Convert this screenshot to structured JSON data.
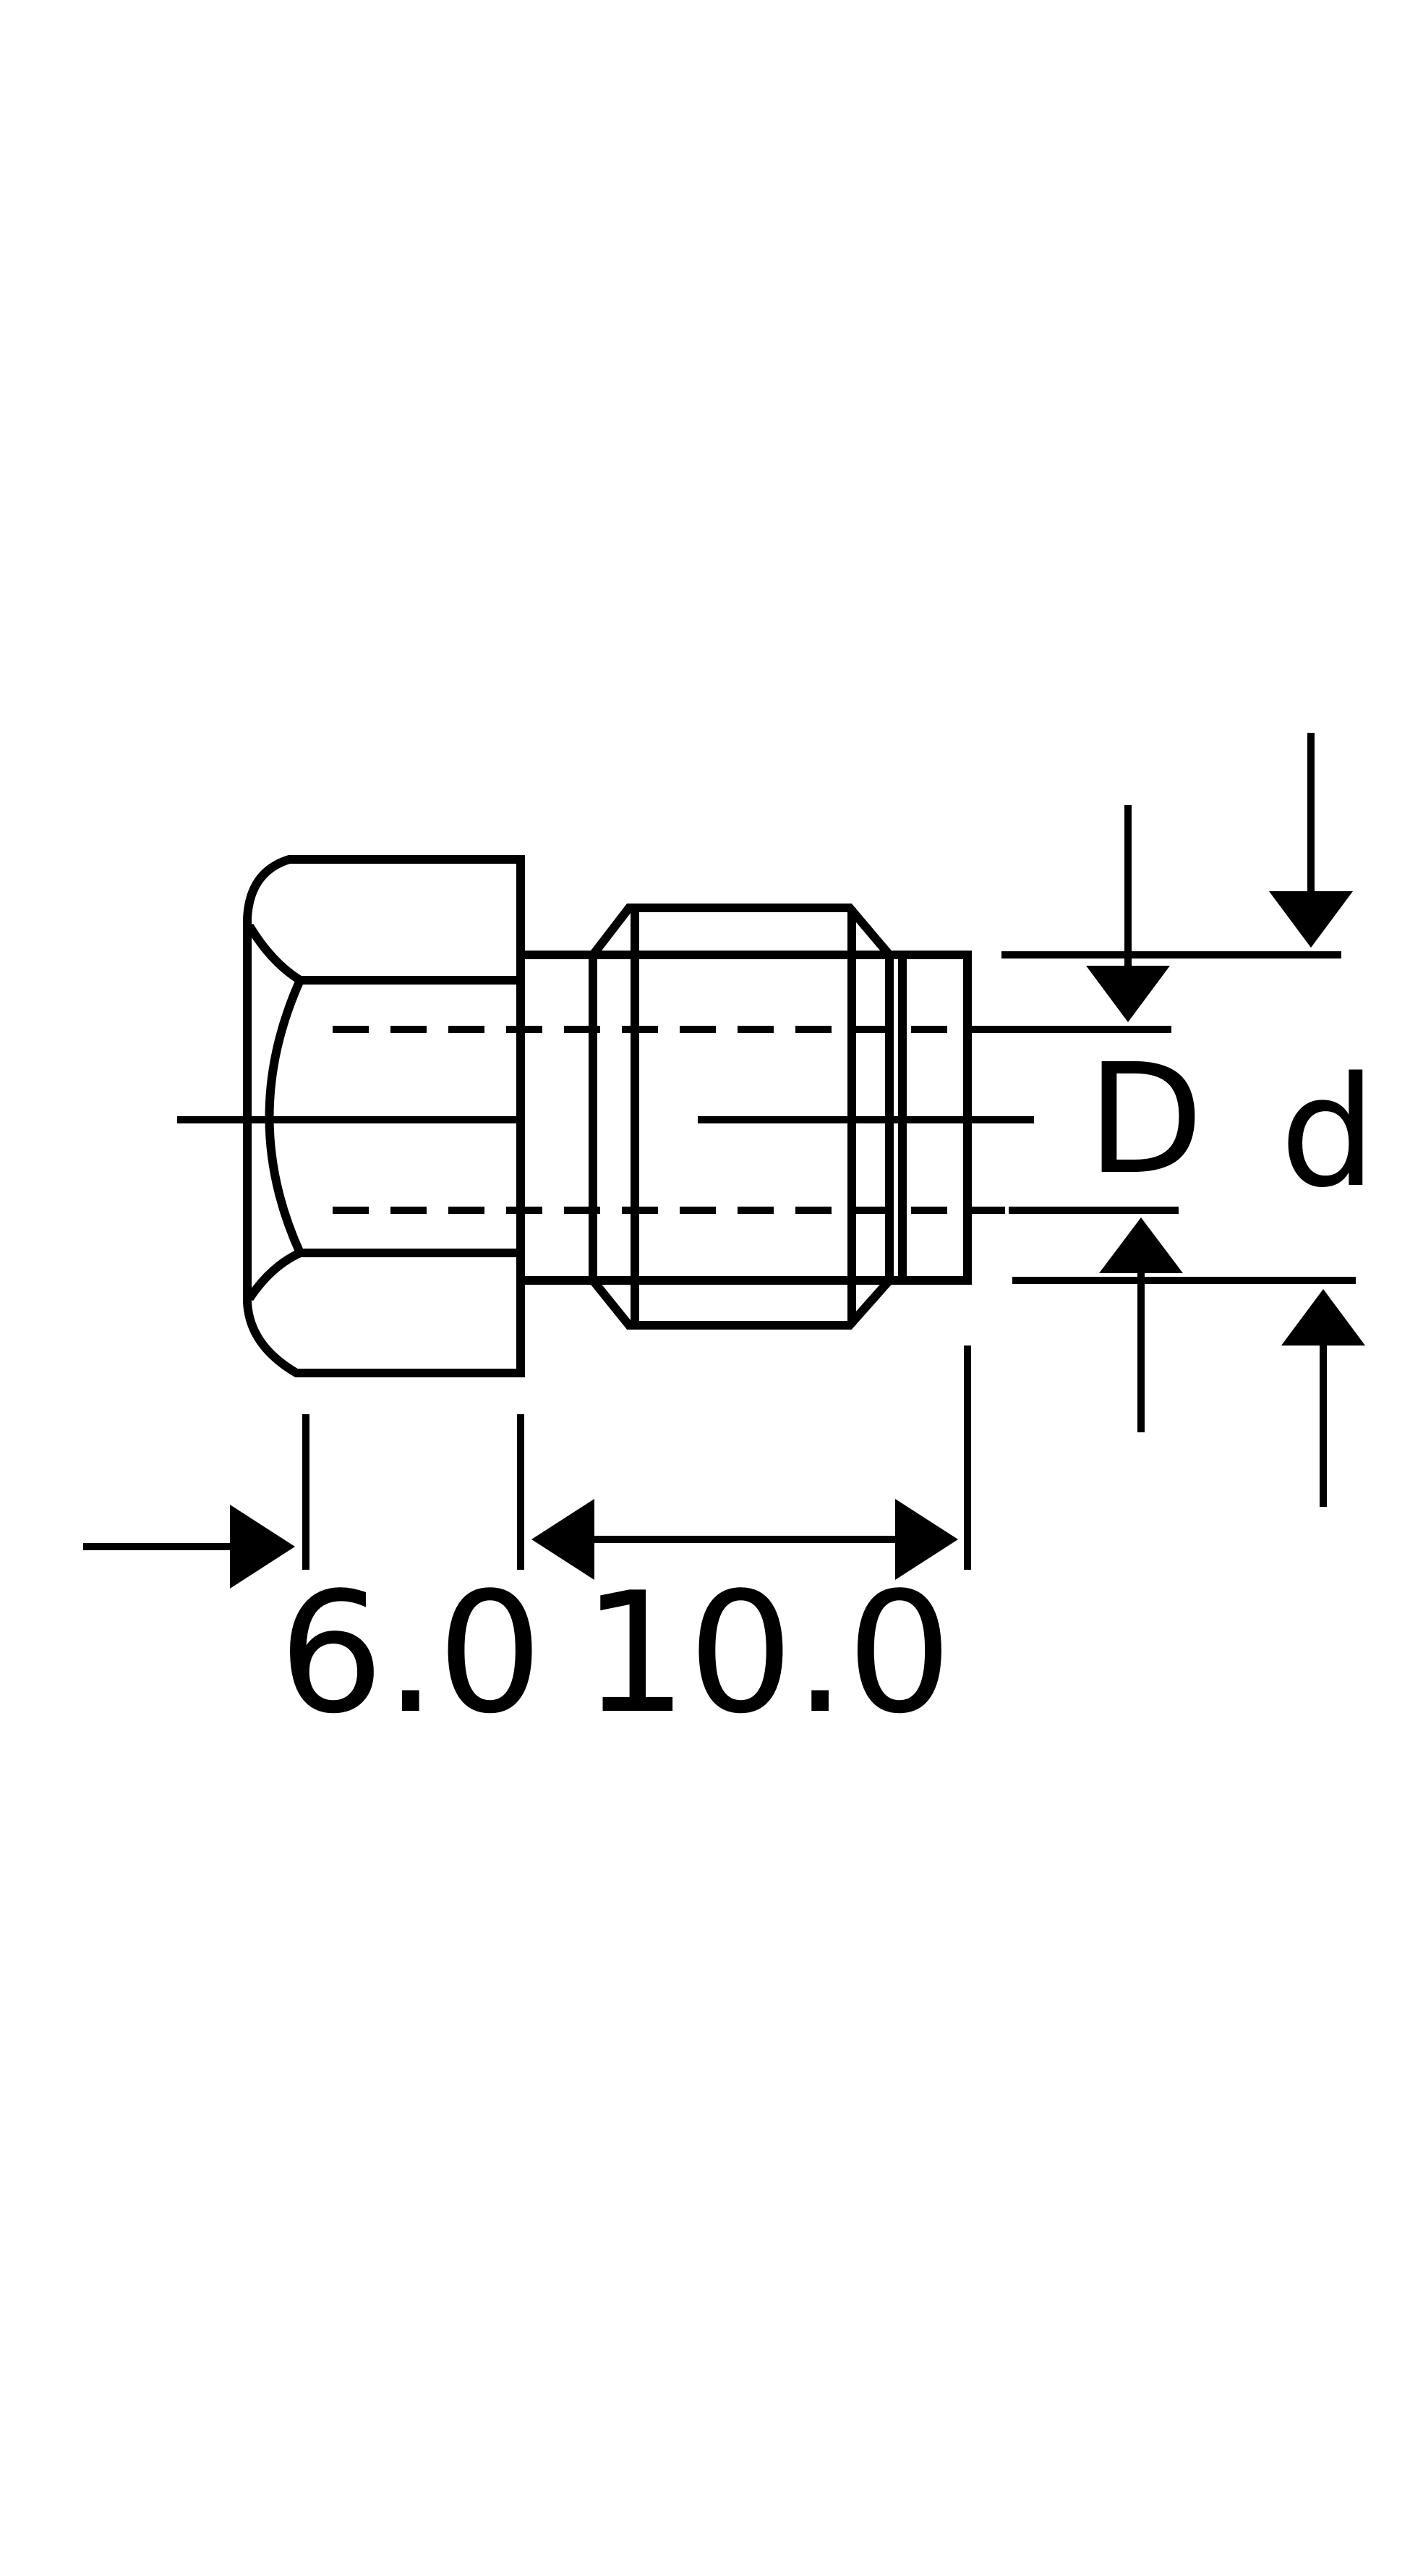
{
  "diagram": {
    "labels": {
      "head_length": "6.0",
      "thread_length": "10.0",
      "inner_diameter": "D",
      "outer_diameter": "d"
    },
    "colors": {
      "line": "#000000",
      "background": "#ffffff"
    }
  }
}
